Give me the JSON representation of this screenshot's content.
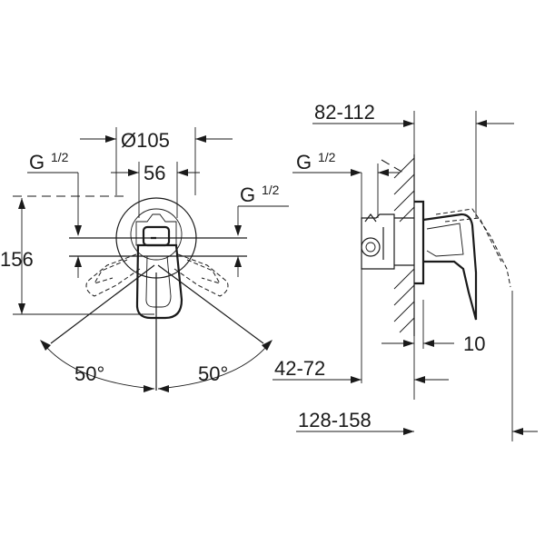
{
  "front_view": {
    "diameter_label": "Ø105",
    "width_label": "56",
    "height_label": "156",
    "thread_left_main": "G",
    "thread_left_frac": "1/2",
    "thread_right_main": "G",
    "thread_right_frac": "1/2",
    "angle_left": "50°",
    "angle_right": "50°"
  },
  "side_view": {
    "wall_range_label": "82-112",
    "thread_main": "G",
    "thread_frac": "1/2",
    "offset_label": "10",
    "inner_range_label": "42-72",
    "total_range_label": "128-158"
  }
}
